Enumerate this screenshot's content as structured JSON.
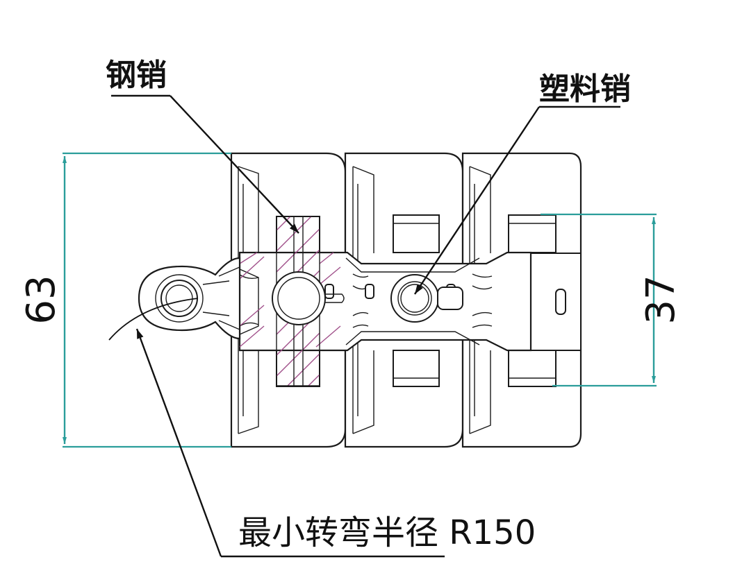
{
  "labels": {
    "steel_pin": "钢销",
    "plastic_pin": "塑料销",
    "min_bend_radius": "最小转弯半径 R150"
  },
  "dimensions": {
    "overall_height": "63",
    "pin_span": "37"
  },
  "colors": {
    "dimension_line": "#2a9d9a",
    "hatch": "#a0508a",
    "outline": "#1a1a1a",
    "leader": "#111111"
  }
}
